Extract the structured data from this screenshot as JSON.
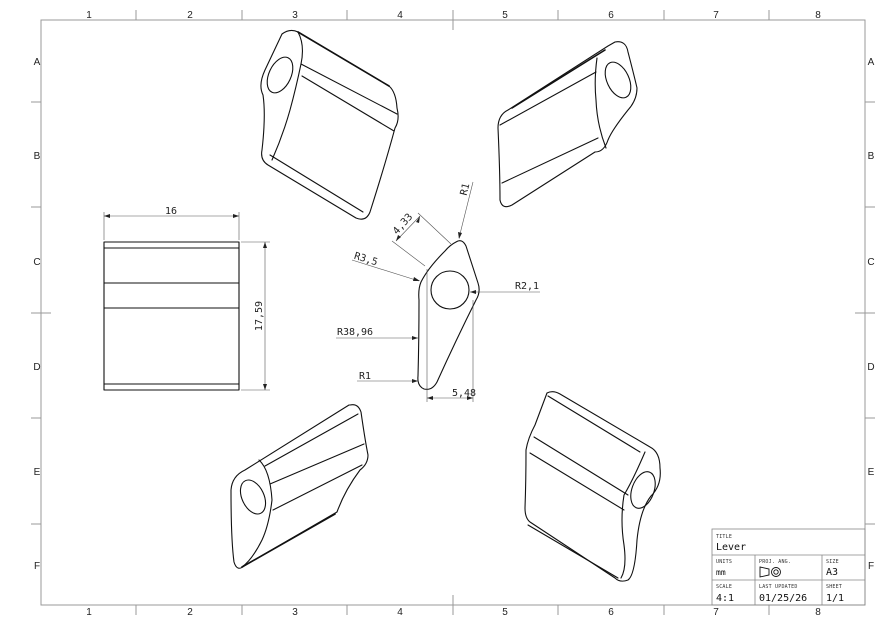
{
  "drawing": {
    "columns": [
      "1",
      "2",
      "3",
      "4",
      "5",
      "6",
      "7",
      "8"
    ],
    "rows": [
      "A",
      "B",
      "C",
      "D",
      "E",
      "F"
    ],
    "colors": {
      "frame": "#999999",
      "geometry": "#111111",
      "dimension": "#555555",
      "background": "#ffffff"
    }
  },
  "views": {
    "front_view": {
      "width_dim": "16",
      "height_dim": "17,59"
    },
    "side_profile": {
      "dims": {
        "tip_radius": "R1",
        "chamfer_length": "4,33",
        "upper_radius": "R3,5",
        "hole_radius": "R2,1",
        "arc_radius": "R38,96",
        "bottom_radius": "R1",
        "bottom_width": "5,48"
      }
    },
    "isometric_views": [
      "iso-top-left",
      "iso-top-right",
      "iso-bottom-left",
      "iso-bottom-right"
    ]
  },
  "title_block": {
    "title_label": "TITLE",
    "title_value": "Lever",
    "units_label": "UNITS",
    "units_value": "mm",
    "proj_label": "PROJ. ANG.",
    "proj_icon": "first-angle-projection-icon",
    "size_label": "SIZE",
    "size_value": "A3",
    "scale_label": "SCALE",
    "scale_value": "4:1",
    "updated_label": "LAST UPDATED",
    "updated_value": "01/25/26",
    "sheet_label": "SHEET",
    "sheet_value": "1/1"
  }
}
